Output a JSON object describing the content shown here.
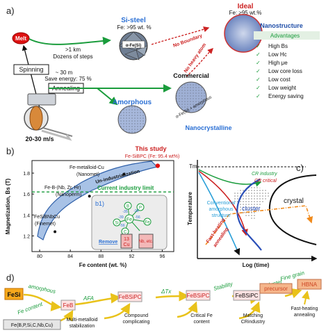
{
  "panel_a": {
    "label": "a)",
    "melt": "Melt",
    "route_top_distance": ">1 km",
    "route_top_steps": "Dozens of steps",
    "spinning": "Spinning",
    "route_mid_distance": "~ 30 m",
    "route_mid_energy": "Save energy: 75 %",
    "annealing": "Annealing",
    "speed": "20-30 m/s",
    "si_steel_title": "Si-steel",
    "si_steel_fe": "Fe: >95 wt. %",
    "si_steel_grain": "α-Fe(Si)",
    "ideal_title": "Ideal",
    "ideal_fe": "Fe: ≥95 wt.%",
    "no_boundary": "No Boundary",
    "no_heavy_atom": "No heavy atom",
    "amorphous_title": "Amorphous",
    "commercial_title": "Commercial",
    "nanocrystalline_title": "Nanocrystalline",
    "nanocrystalline_phase": "α-Fe(Si) + amorphous",
    "nanostructure_title": "Nanostructure",
    "advantages_title": "Advantages",
    "advantages": [
      "High Bs",
      "Low Hc",
      "High μe",
      "Low core loss",
      "Low cost",
      "Low weight",
      "Energy saving"
    ]
  },
  "panel_b": {
    "label": "b)",
    "this_study": "This study",
    "this_study_sub": "Fe-SiBPC (Fe: 95.4 wt%)",
    "ylabel": "Magnetization, Bs (T)",
    "xlabel": "Fe content (wt. %)",
    "annotations": {
      "nanomet_1": "Fe-metalloid-Cu",
      "nanomet_2": "(Nanomet)",
      "un_ind": "Un-industrialization",
      "nanoperm_1": "Fe-B-(Nb, Zr, Hr)",
      "nanoperm_2": "(Nanoperm)",
      "limit": "Current industry limit",
      "finemet_1": "FeSiBNbCu",
      "finemet_2": "(Finemet)"
    },
    "chart_data": {
      "type": "scatter",
      "xlabel": "Fe content (wt. %)",
      "ylabel": "Magnetization, Bs (T)",
      "xlim": [
        79,
        97.5
      ],
      "ylim": [
        1.05,
        1.92
      ],
      "xticks": [
        80,
        84,
        88,
        92,
        96
      ],
      "yticks": [
        1.2,
        1.4,
        1.6,
        1.8
      ],
      "industry_limit_y": 1.62,
      "points": [
        {
          "name": "Finemet",
          "x": 82.0,
          "y": 1.24
        },
        {
          "name": "Nanoperm",
          "x": 86.5,
          "y": 1.58
        },
        {
          "name": "Nanomet",
          "x": 91.0,
          "y": 1.79
        },
        {
          "name": "This study",
          "x": 95.4,
          "y": 1.87
        }
      ]
    }
  },
  "panel_b1": {
    "label": "b1)",
    "center": "Fe",
    "neighbors": [
      "B",
      "P",
      "Si",
      "Fe",
      "C"
    ],
    "energies": [
      "-35",
      "-28",
      "-39",
      "-56",
      "-56"
    ],
    "remove": "Remove",
    "cu": "13 Cu",
    "cu_value": "13",
    "cu_name": "Cu",
    "nb": "Nb, etc."
  },
  "panel_c": {
    "label": "c)",
    "tm": "Tm",
    "cr_industry": "CR industry",
    "cr_critical": "CR critical",
    "conventional": [
      "Conventional",
      "amorphous",
      "structure"
    ],
    "cluster": "cluster",
    "crystal": "crystal",
    "fast_heating": [
      "Fast-heating",
      "annealing"
    ],
    "ylabel": "Temperature",
    "xlabel": "Log (time)"
  },
  "panel_d": {
    "label": "d)",
    "fesi": "FeSi",
    "amorphous": "amorphous",
    "fe_content": "Fe content",
    "feb": "FeB",
    "afa": "AFA",
    "febsipc_1": "FeBSiPC",
    "delta_tx": "ΔTx",
    "febsipc_2": "FeBSiPC",
    "stability": "Stability",
    "febsipc_3": "FeBSiPC",
    "cluster": "Cluster",
    "precursor": "precursor",
    "fine_grain": "Fine grain",
    "hbna": "HBNA",
    "base_alloy": "Fe(B,P,Si,C,Nb,Cu)",
    "multi_metalloid": [
      "Multi-metalloid",
      "stabilization"
    ],
    "compound": [
      "Compound",
      "complicating"
    ],
    "critical_fe": [
      "Critical Fe",
      "content"
    ],
    "matching": [
      "Matching",
      "CRindustry"
    ],
    "fast_heating": [
      "Fast-heating",
      "annealing"
    ]
  }
}
